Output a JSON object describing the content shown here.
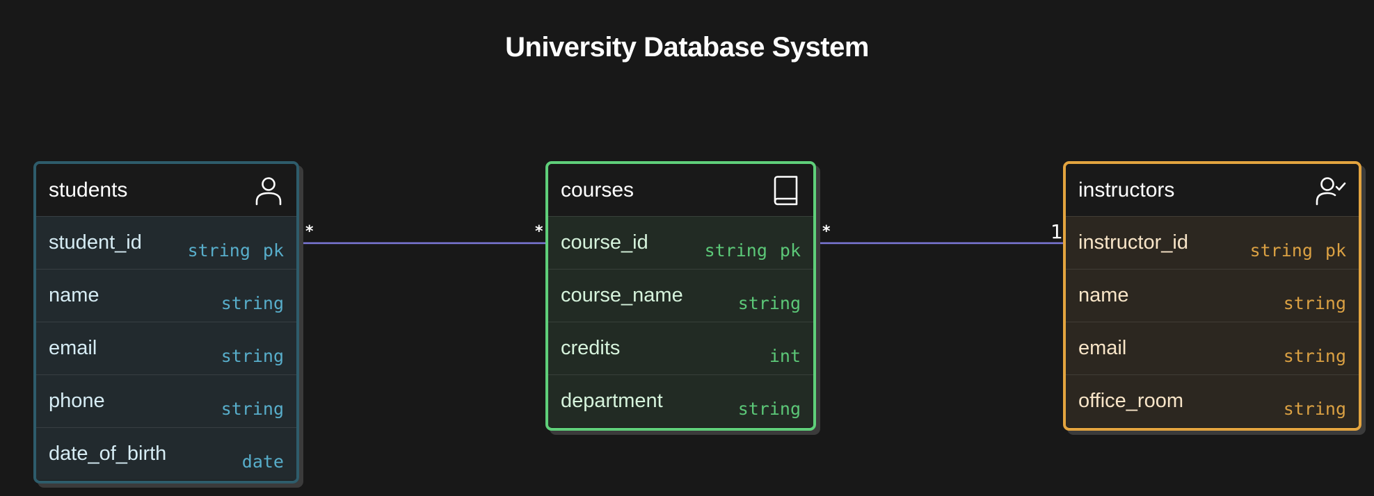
{
  "title": "University Database System",
  "entities": {
    "students": {
      "name": "students",
      "icon": "person-icon",
      "attributes": [
        {
          "name": "student_id",
          "type": "string",
          "key": "pk"
        },
        {
          "name": "name",
          "type": "string"
        },
        {
          "name": "email",
          "type": "string"
        },
        {
          "name": "phone",
          "type": "string"
        },
        {
          "name": "date_of_birth",
          "type": "date"
        }
      ]
    },
    "courses": {
      "name": "courses",
      "icon": "book-icon",
      "attributes": [
        {
          "name": "course_id",
          "type": "string",
          "key": "pk"
        },
        {
          "name": "course_name",
          "type": "string"
        },
        {
          "name": "credits",
          "type": "int"
        },
        {
          "name": "department",
          "type": "string"
        }
      ]
    },
    "instructors": {
      "name": "instructors",
      "icon": "person-check-icon",
      "attributes": [
        {
          "name": "instructor_id",
          "type": "string",
          "key": "pk"
        },
        {
          "name": "name",
          "type": "string"
        },
        {
          "name": "email",
          "type": "string"
        },
        {
          "name": "office_room",
          "type": "string"
        }
      ]
    }
  },
  "relationships": [
    {
      "from": "students",
      "to": "courses",
      "from_cardinality": "*",
      "to_cardinality": "*"
    },
    {
      "from": "courses",
      "to": "instructors",
      "from_cardinality": "*",
      "to_cardinality": "1"
    }
  ],
  "colors": {
    "background": "#181818",
    "edge": "#7d78d9",
    "students": "#2e5c6b",
    "courses": "#5fcf7a",
    "instructors": "#e3a43f"
  }
}
